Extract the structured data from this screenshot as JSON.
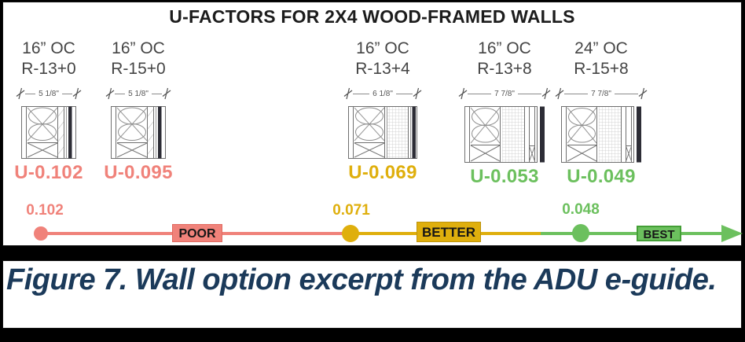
{
  "figure": {
    "title": "U-FACTORS FOR 2X4 WOOD-FRAMED WALLS",
    "options": [
      {
        "spacing": "16” OC",
        "rvalue": "R-13+0",
        "width": "5 1/8\"",
        "ufactor": "U-0.102",
        "tier": "poor"
      },
      {
        "spacing": "16” OC",
        "rvalue": "R-15+0",
        "width": "5 1/8\"",
        "ufactor": "U-0.095",
        "tier": "poor"
      },
      {
        "spacing": "16” OC",
        "rvalue": "R-13+4",
        "width": "6 1/8\"",
        "ufactor": "U-0.069",
        "tier": "better"
      },
      {
        "spacing": "16” OC",
        "rvalue": "R-13+8",
        "width": "7 7/8\"",
        "ufactor": "U-0.053",
        "tier": "best"
      },
      {
        "spacing": "24” OC",
        "rvalue": "R-15+8",
        "width": "7 7/8\"",
        "ufactor": "U-0.049",
        "tier": "best"
      }
    ],
    "scale": {
      "points": [
        {
          "value": "0.102",
          "tier": "poor"
        },
        {
          "value": "0.071",
          "tier": "better"
        },
        {
          "value": "0.048",
          "tier": "best"
        }
      ],
      "bands": [
        {
          "label": "POOR"
        },
        {
          "label": "BETTER"
        },
        {
          "label": "BEST"
        }
      ]
    },
    "colors": {
      "poor": "#F0827A",
      "better": "#DFAF0D",
      "best": "#6CC05E",
      "caption_text": "#1B3A5A"
    }
  },
  "caption": "Figure 7. Wall option excerpt from the ADU e-guide."
}
